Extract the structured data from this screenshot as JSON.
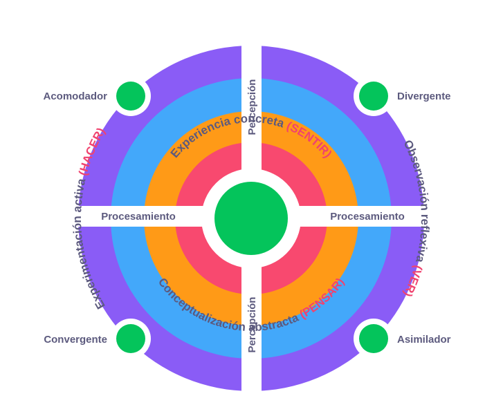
{
  "colors": {
    "ring_outer": "#8a5cf6",
    "ring_second": "#43a8fa",
    "ring_third": "#ff9a17",
    "ring_inner": "#f8496f",
    "node": "#04c45b",
    "label_text": "#5c5a7e",
    "accent_text": "#f0436f",
    "background": "#ffffff"
  },
  "arc_labels": {
    "top": {
      "text": "Experiencia concreta",
      "accent": "(SENTIR)"
    },
    "right": {
      "text": "Observación reflexiva",
      "accent": "(VER)"
    },
    "bottom": {
      "text": "Conceptualización abstracta",
      "accent": "(PENSAR)"
    },
    "left": {
      "text": "Experimentación activa",
      "accent": "(HACER)"
    }
  },
  "styles": {
    "nodes": [
      "Acomodador",
      "Divergente",
      "Convergente",
      "Asimilador"
    ]
  },
  "axes": {
    "vertical": "Percepción",
    "horizontal": "Procesamiento"
  }
}
